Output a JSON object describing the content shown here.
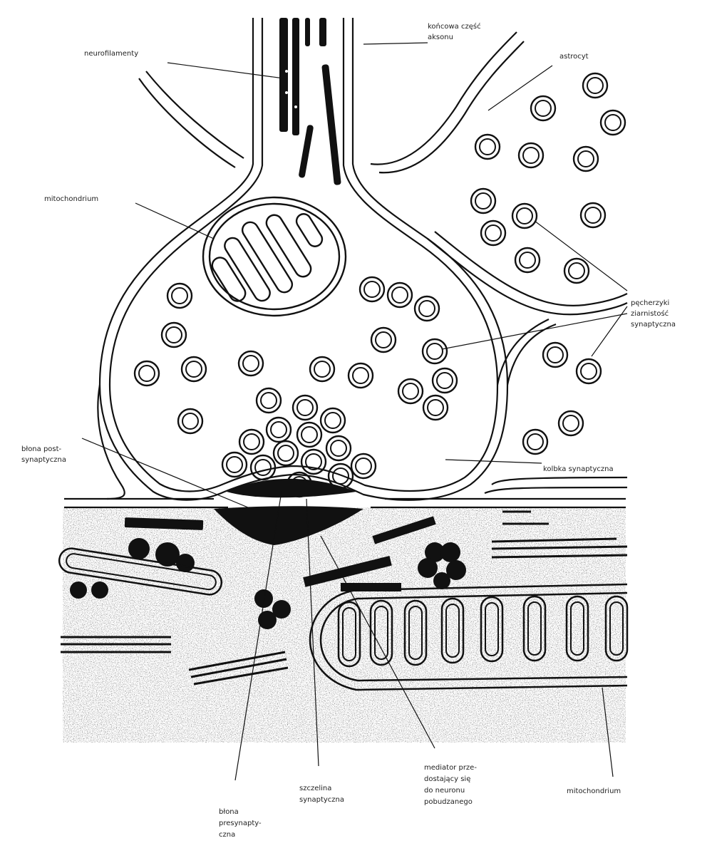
{
  "labels": {
    "axon_end": [
      "końcowa część",
      "aksonu"
    ],
    "neurofilaments": [
      "neurofilamenty"
    ],
    "astrocyte": [
      "astrocyt"
    ],
    "mitochondrion_top": [
      "mitochondrium"
    ],
    "vesicles": [
      "pęcherzyki",
      "ziarnistość",
      "synaptyczna"
    ],
    "postsynaptic_membrane": [
      "błona post-",
      "synaptyczna"
    ],
    "synaptic_bulb": [
      "kolbka synaptyczna"
    ],
    "presynaptic_membrane": [
      "błona",
      "presynapty-",
      "czna"
    ],
    "synaptic_cleft": [
      "szczelina",
      "synaptyczna"
    ],
    "mediator": [
      "mediator prze-",
      "dostający się",
      "do neuronu",
      "pobudzanego"
    ],
    "mitochondrion_bottom": [
      "mitochondrium"
    ]
  },
  "colors": {
    "ink": "#111111",
    "paper": "#ffffff",
    "stipple": "#8a8a8a"
  }
}
